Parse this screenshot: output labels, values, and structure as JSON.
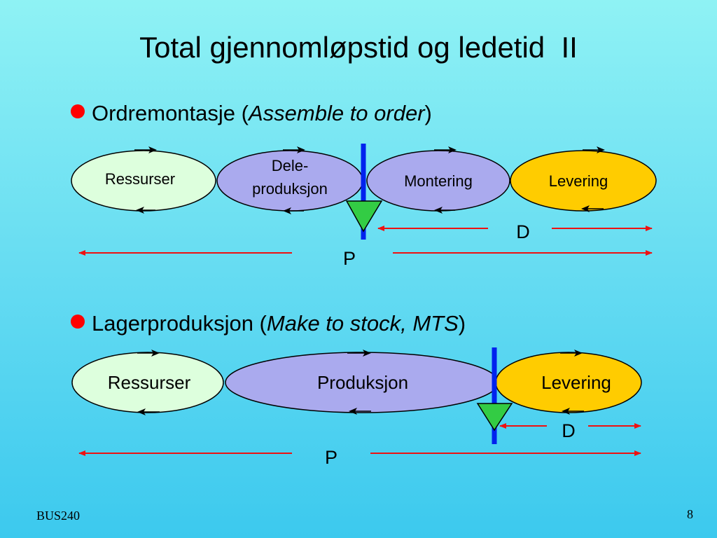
{
  "slide": {
    "title": "Total gjennomløpstid og ledetid  II",
    "footer_left": "BUS240",
    "page_number": "8"
  },
  "sections": [
    {
      "prefix": "Ordremontasje (",
      "italic": "Assemble to order",
      "suffix": ")",
      "stages": [
        {
          "line1": "Ressurser",
          "line2": "",
          "fill": "#ddffdd"
        },
        {
          "line1": "Dele-",
          "line2": "produksjon",
          "fill": "#aaaaee"
        },
        {
          "line1": "Montering",
          "line2": "",
          "fill": "#aaaaee"
        },
        {
          "line1": "Levering",
          "line2": "",
          "fill": "#ffcc00"
        }
      ],
      "d_label": "D",
      "p_label": "P"
    },
    {
      "prefix": "Lagerproduksjon (",
      "italic": "Make to stock, MTS",
      "suffix": ")",
      "stages": [
        {
          "line1": "Ressurser",
          "line2": "",
          "fill": "#ddffdd"
        },
        {
          "line1": "Produksjon",
          "line2": "",
          "fill": "#aaaaee"
        },
        {
          "line1": "Levering",
          "line2": "",
          "fill": "#ffcc00"
        }
      ],
      "d_label": "D",
      "p_label": "P"
    }
  ],
  "colors": {
    "bullet": "#ff0000",
    "arrow": "#ee1111",
    "decoupling_line": "#0022ee",
    "decoupling_triangle": "#33cc44"
  }
}
